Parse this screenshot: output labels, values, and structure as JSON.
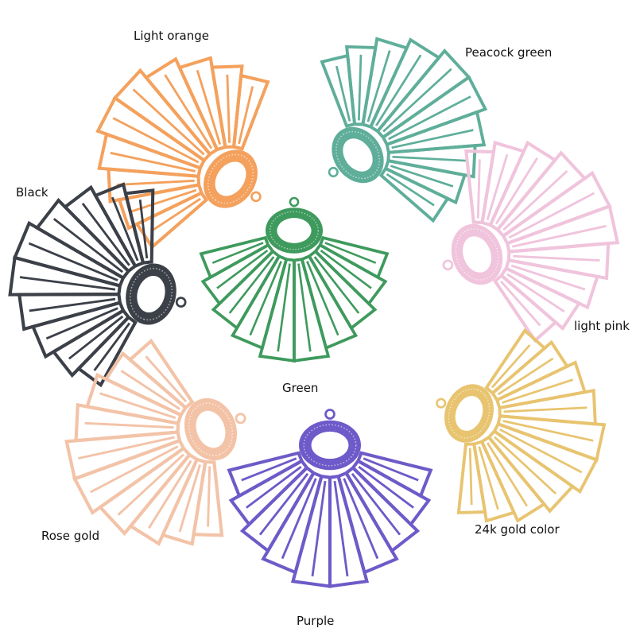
{
  "labels": {
    "light_orange": "Light orange",
    "peacock_green": "Peacock green",
    "black": "Black",
    "light_pink": "light pink",
    "green": "Green",
    "rose_gold": "Rose gold",
    "gold_24k": "24k gold color",
    "purple": "Purple"
  },
  "colors": {
    "light_orange": "#f4a15d",
    "peacock_green": "#5fae9a",
    "black": "#3c4048",
    "light_pink": "#f0c4dc",
    "green": "#3e9a5d",
    "rose_gold": "#f3c3a8",
    "gold_24k": "#e8c470",
    "purple": "#6e5ac8"
  }
}
